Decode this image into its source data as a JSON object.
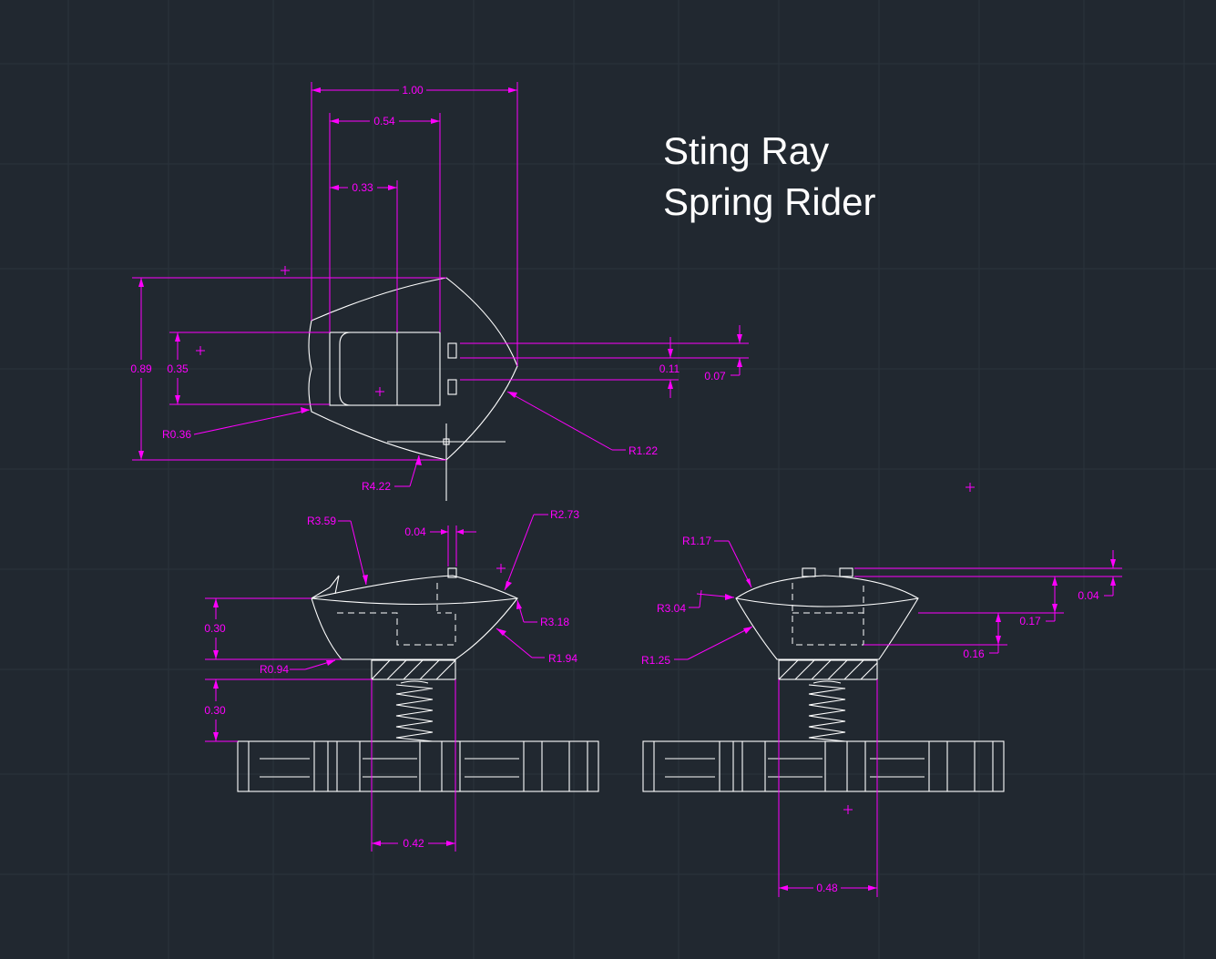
{
  "title": {
    "line1": "Sting Ray",
    "line2": "Spring Rider"
  },
  "colors": {
    "background": "#212830",
    "geometry": "#ffffff",
    "dimension": "#ff00ff",
    "grid": "#2b333c"
  },
  "top_view": {
    "width_overall": "1.00",
    "width_mid": "0.54",
    "width_inner": "0.33",
    "height_overall": "0.89",
    "height_inner": "0.35",
    "slot_spacing": "0.11",
    "slot_width": "0.07",
    "radius_left": "R0.36",
    "radius_bottom": "R4.22",
    "radius_right": "R1.22"
  },
  "side_view": {
    "radius_top": "R3.59",
    "handle_width": "0.04",
    "radius_nose_top": "R2.73",
    "radius_nose": "R3.18",
    "radius_belly": "R1.94",
    "radius_tail": "R0.94",
    "body_height": "0.30",
    "spring_height": "0.30",
    "base_width": "0.42"
  },
  "front_view": {
    "radius_top": "R1.17",
    "radius_side": "R3.04",
    "radius_bottom": "R1.25",
    "handle_height": "0.04",
    "cap_height": "0.17",
    "body_height": "0.16",
    "base_width": "0.48"
  }
}
